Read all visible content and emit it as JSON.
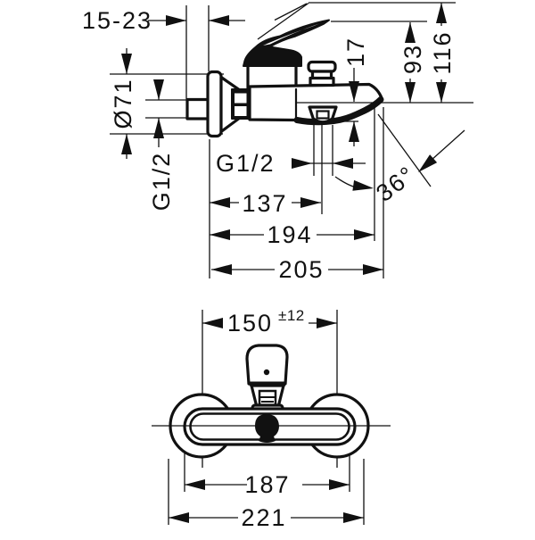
{
  "colors": {
    "ink": "#111111",
    "paper": "#ffffff"
  },
  "drawing": {
    "type": "technical-dimension-drawing",
    "subject": "wall-mounted single-lever bath mixer, side view and front view",
    "views": {
      "side": {
        "dims": {
          "wall_depth": "15-23",
          "escutcheon_diameter": "Ø71",
          "inlet_thread": "G1/2",
          "outlet_thread": "G1/2",
          "spout_tip_drop": "17",
          "height_body": "93",
          "height_max": "116",
          "spout_reach": "137",
          "depth_mid": "194",
          "depth_total": "205",
          "spout_angle": "36°"
        }
      },
      "front": {
        "dims": {
          "connection_distance": "150",
          "connection_tolerance": "±12",
          "body_width": "187",
          "overall_width": "221"
        }
      }
    }
  }
}
